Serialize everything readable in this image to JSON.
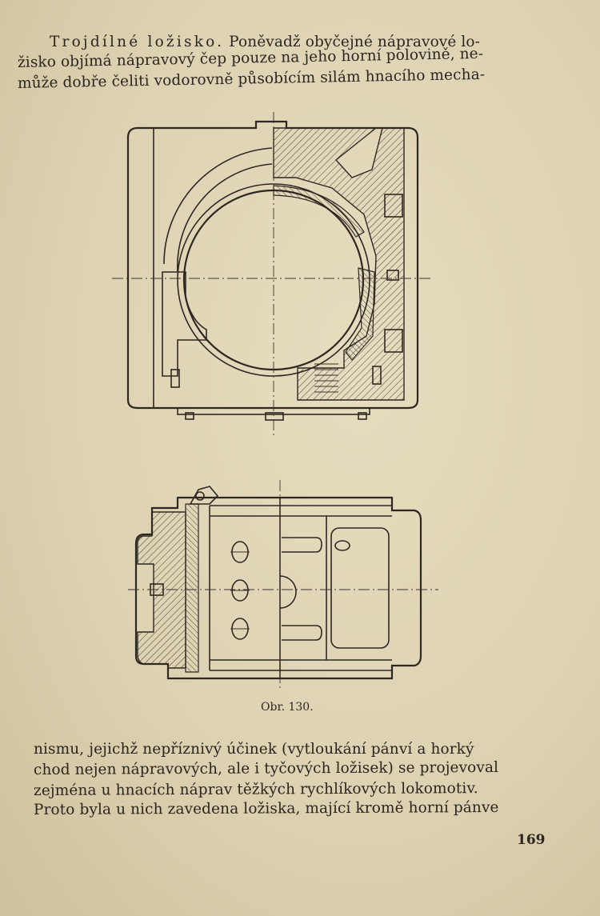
{
  "page": {
    "top_paragraph": {
      "line1_spaced_term": "Trojdílné ložisko.",
      "line1_rest": " Poněvadž obyčejné nápravové lo-",
      "line2": "žisko objímá nápravový čep pouze na jeho horní polovině, ne-",
      "line3": "může dobře čeliti vodorovně působícím silám hnacího mecha-"
    },
    "figure": {
      "caption": "Obr. 130."
    },
    "bottom_paragraph": {
      "line1": "nismu, jejichž nepříznivý účinek (vytloukání pánví a horký",
      "line2": "chod nejen nápravových, ale i tyčových ložisek) se projevoval",
      "line3": "zejména u hnacích náprav těžkých rychlíkových lokomotiv.",
      "line4": "Proto byla u nich zavedena ložiska, mající kromě horní pánve"
    },
    "page_number": "169"
  }
}
